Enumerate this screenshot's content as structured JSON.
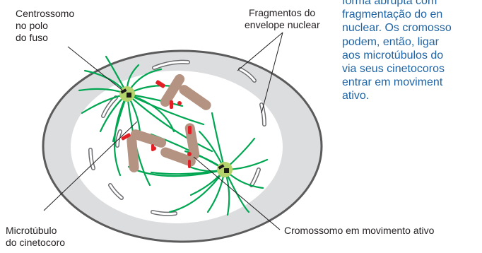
{
  "labels": {
    "centrosome": [
      "Centrossomo",
      "no polo",
      "do fuso"
    ],
    "envelope_fragments": [
      "Fragmentos do",
      "envelope nuclear"
    ],
    "kinetochore_microtubule": [
      "Microtúbulo",
      "do cinetocoro"
    ],
    "moving_chromosome": "Cromossomo em movimento ativo"
  },
  "description_lines": [
    "forma abrupta com",
    "fragmentação do en",
    "nuclear. Os cromosso",
    "podem, então, ligar",
    "aos microtúbulos do",
    "via seus cinetocoros",
    "entrar em moviment",
    "ativo."
  ],
  "colors": {
    "cell_outline": "#5b5b5b",
    "cell_fill": "#dcdddf",
    "nucleus_region": "#ffffff",
    "microtubule": "#00a651",
    "centrosome": "#b5d36b",
    "centriole": "#1a1a1a",
    "chromosome": "#b59382",
    "kinetochore": "#e31e24",
    "description_text": "#1f64a5",
    "label_text": "#231f20"
  }
}
